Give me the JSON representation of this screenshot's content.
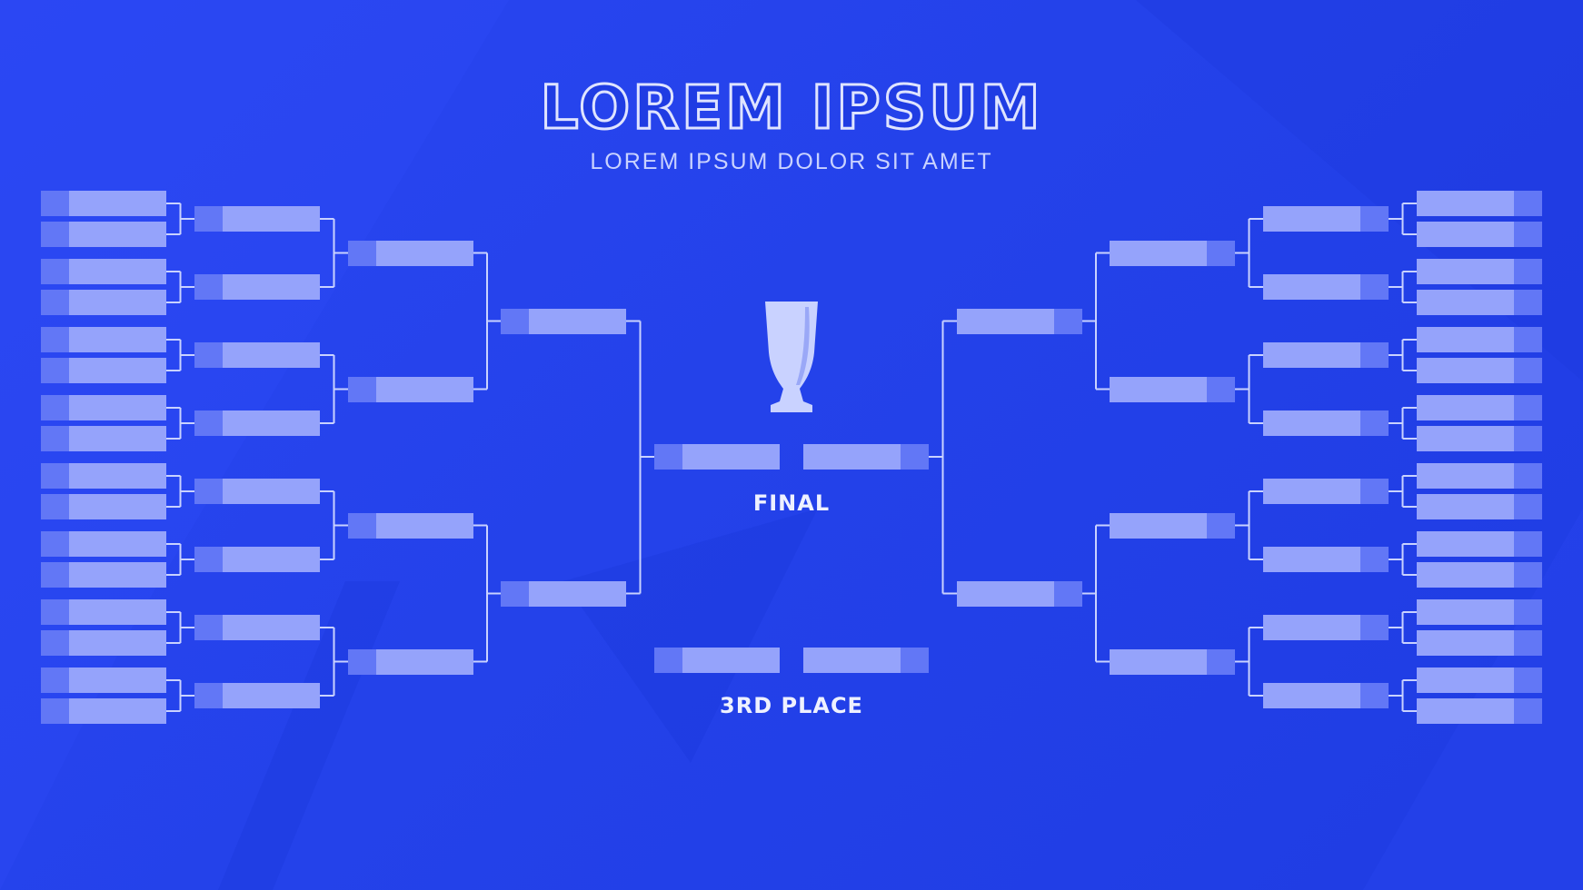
{
  "header": {
    "title": "LOREM IPSUM",
    "subtitle": "LOREM IPSUM DOLOR SIT AMET"
  },
  "labels": {
    "final": "FINAL",
    "third_place": "3RD PLACE"
  },
  "icons": {
    "trophy": "trophy-icon"
  },
  "colors": {
    "background": "#2442ea",
    "slot": "#95a3fb",
    "seed_tab": "#6277f6",
    "connector": "#c9d2ff",
    "text": "#eef1ff"
  },
  "bracket": {
    "teams_per_side": 16,
    "rounds_per_side": 5
  }
}
